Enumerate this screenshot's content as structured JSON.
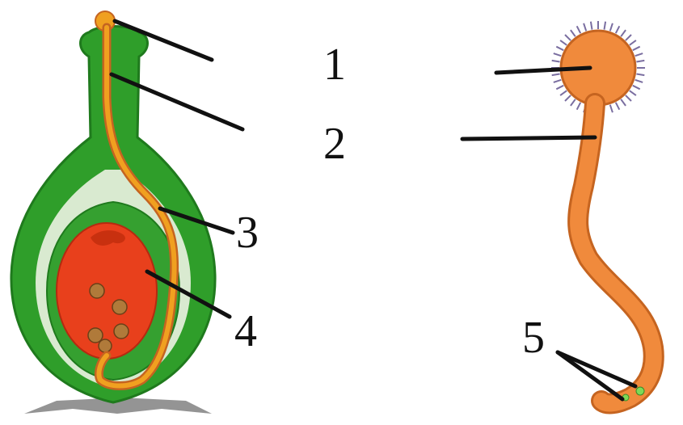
{
  "labels": {
    "l1": "1",
    "l2": "2",
    "l3": "3",
    "l4": "4",
    "l5": "5"
  },
  "colors": {
    "ovary_outer": "#2f9e2a",
    "ovary_dark": "#1f7a1d",
    "ovule_cavity": "#d9ead0",
    "ovule": "#35a030",
    "embryo_sac": "#e8401c",
    "pollen_tube": "#f0a020",
    "pollen_grain": "#f08a3c",
    "pollen_tube_outline": "#c56420",
    "spines": "#7a6ea0",
    "label_line": "#111111",
    "sperm_nuclei": "#7ed957",
    "nuclei": "#b07a3a"
  }
}
